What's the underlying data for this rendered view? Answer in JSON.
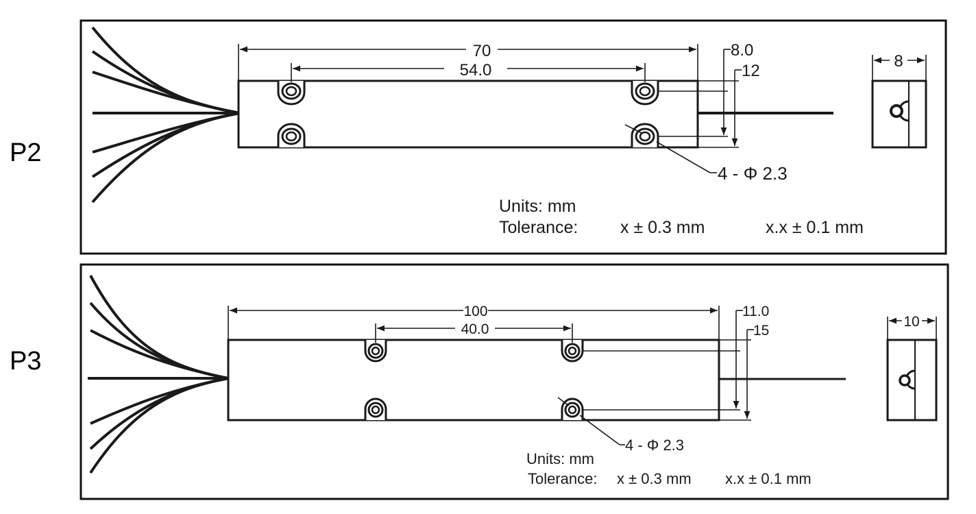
{
  "panels": [
    {
      "label": "P2",
      "dim_length": "70",
      "dim_hole_spacing": "54.0",
      "dim_hole_row": "8.0",
      "dim_height": "12",
      "dim_width": "8",
      "hole_callout": "4 - Φ 2.3",
      "units": "Units: mm",
      "tolerance_label": "Tolerance:",
      "tolerance_int": "x ± 0.3 mm",
      "tolerance_dec": "x.x ± 0.1 mm"
    },
    {
      "label": "P3",
      "dim_length": "100",
      "dim_hole_spacing": "40.0",
      "dim_hole_row": "11.0",
      "dim_height": "15",
      "dim_width": "10",
      "hole_callout": "4 - Φ 2.3",
      "units": "Units: mm",
      "tolerance_label": "Tolerance:",
      "tolerance_int": "x ± 0.3 mm",
      "tolerance_dec": "x.x ± 0.1 mm"
    }
  ]
}
